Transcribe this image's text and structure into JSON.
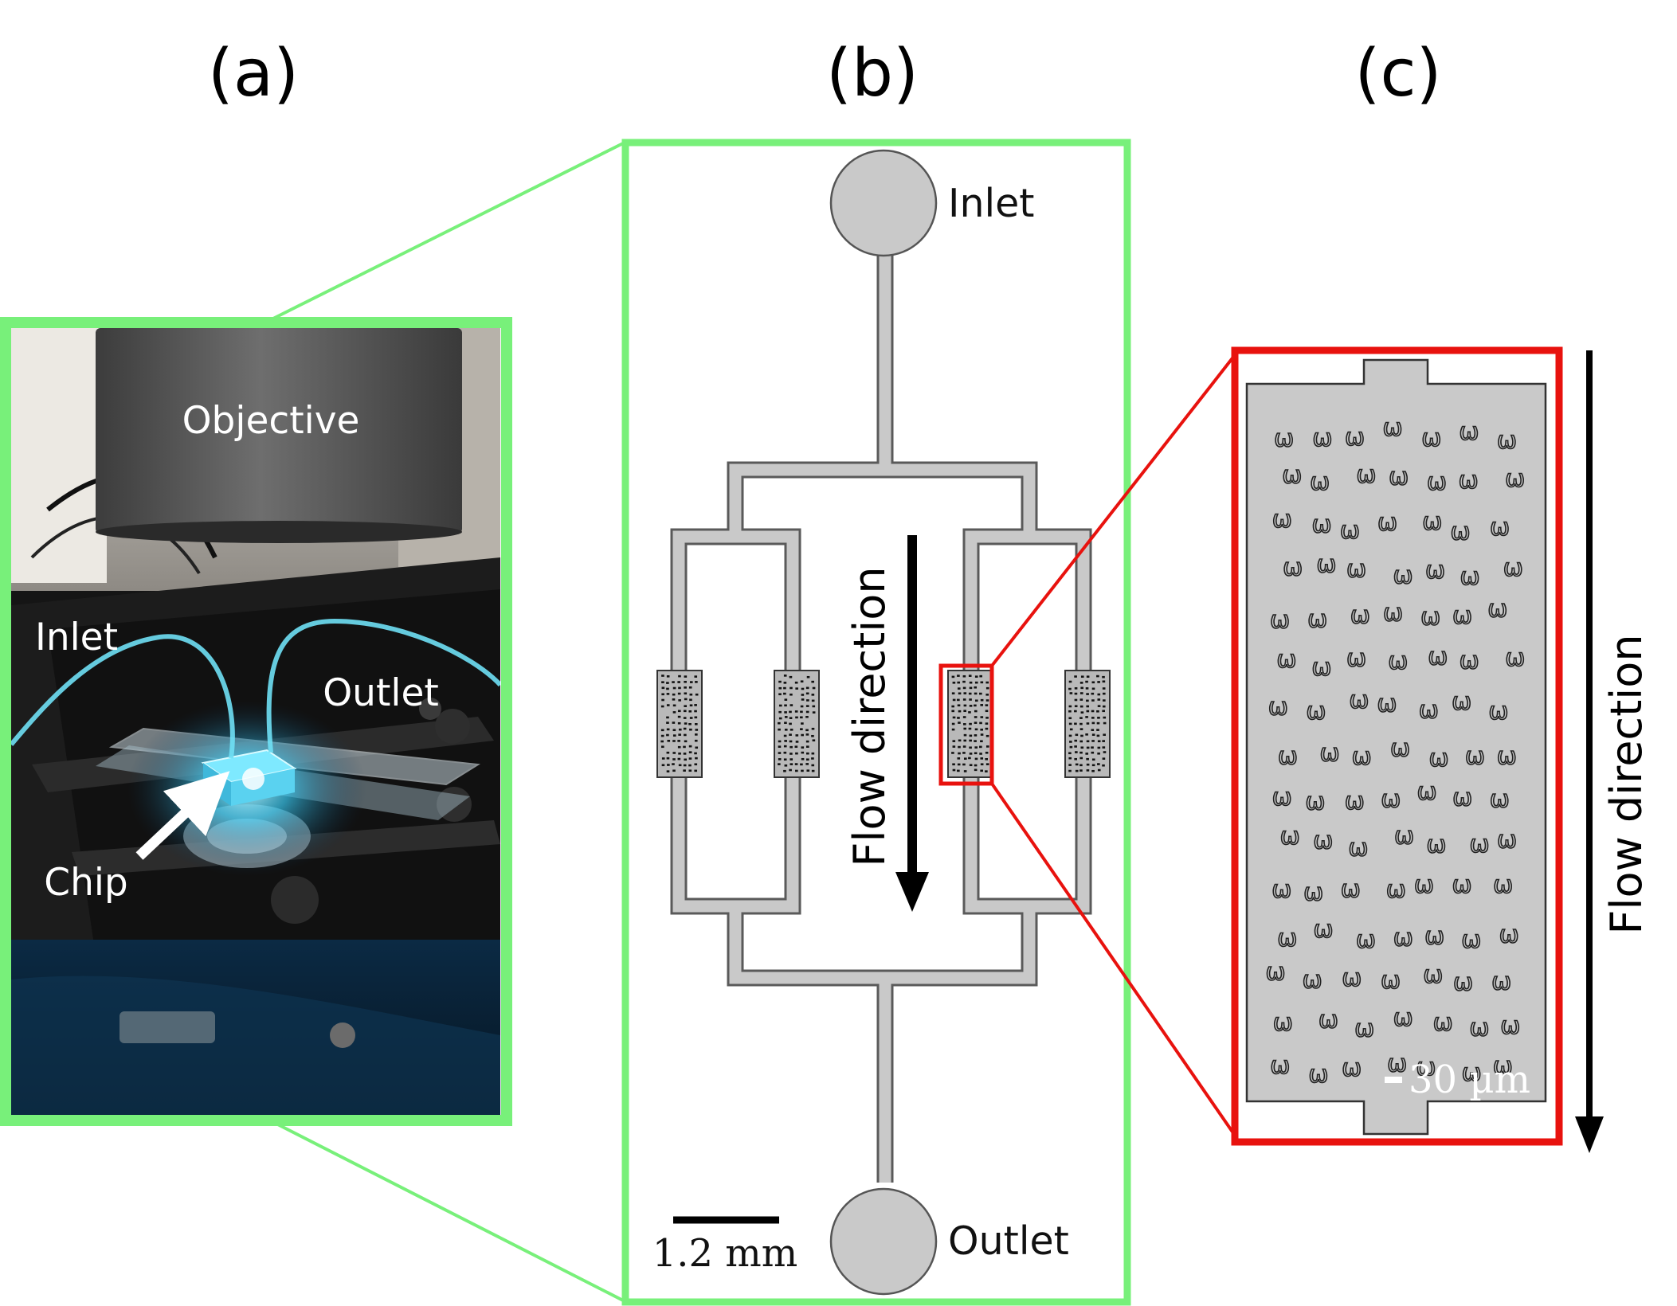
{
  "panels": {
    "a": {
      "label": "(a)",
      "objective": "Objective",
      "inlet": "Inlet",
      "outlet": "Outlet",
      "chip": "Chip"
    },
    "b": {
      "label": "(b)",
      "inlet": "Inlet",
      "outlet": "Outlet",
      "flow_direction": "Flow direction",
      "scale_bar": "1.2 mm"
    },
    "c": {
      "label": "(c)",
      "flow_direction": "Flow direction",
      "scale_bar": "30 µm",
      "trap_symbol": "ω"
    }
  },
  "colors": {
    "frame_green": "#78f07a",
    "zoom_red": "#e8120e",
    "channel_fill": "#c9c9c9",
    "channel_edge": "#555555",
    "photo_dark": "#1a1a1a",
    "chip_cyan": "#5fe6ff"
  }
}
